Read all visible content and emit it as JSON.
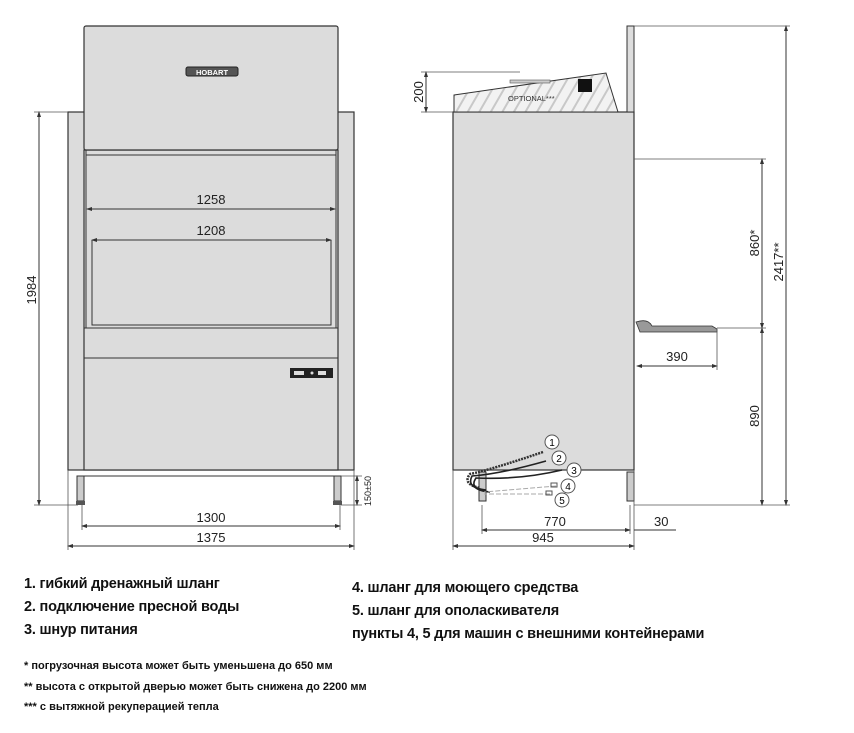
{
  "front_view": {
    "brand_logo": "HOBART",
    "dimensions": {
      "inner_width_1": "1258",
      "inner_width_2": "1208",
      "height": "1984",
      "leg_height": "150±50",
      "leg_span": "1300",
      "total_width": "1375"
    }
  },
  "side_view": {
    "optional_label": "OPTIONAL***",
    "dimensions": {
      "hood_height": "200",
      "loading_height": "860*",
      "open_height": "2417**",
      "table_height": "890",
      "table_depth": "390",
      "leg_span": "770",
      "total_depth": "945",
      "offset": "30"
    },
    "callouts": [
      "1",
      "2",
      "3",
      "4",
      "5"
    ]
  },
  "legend": {
    "items_left": [
      "1. гибкий дренажный шланг",
      "2. подключение пресной воды",
      "3. шнур питания"
    ],
    "items_right": [
      "4. шланг для моющего средства",
      "5. шланг для ополаскивателя",
      "пункты 4, 5 для машин с внешними контейнерами"
    ],
    "notes": [
      "* погрузочная высота может быть уменьшена до 650 мм",
      "** высота с открытой дверью может быть снижена до 2200 мм",
      "*** с вытяжной рекуперацией тепла"
    ]
  }
}
